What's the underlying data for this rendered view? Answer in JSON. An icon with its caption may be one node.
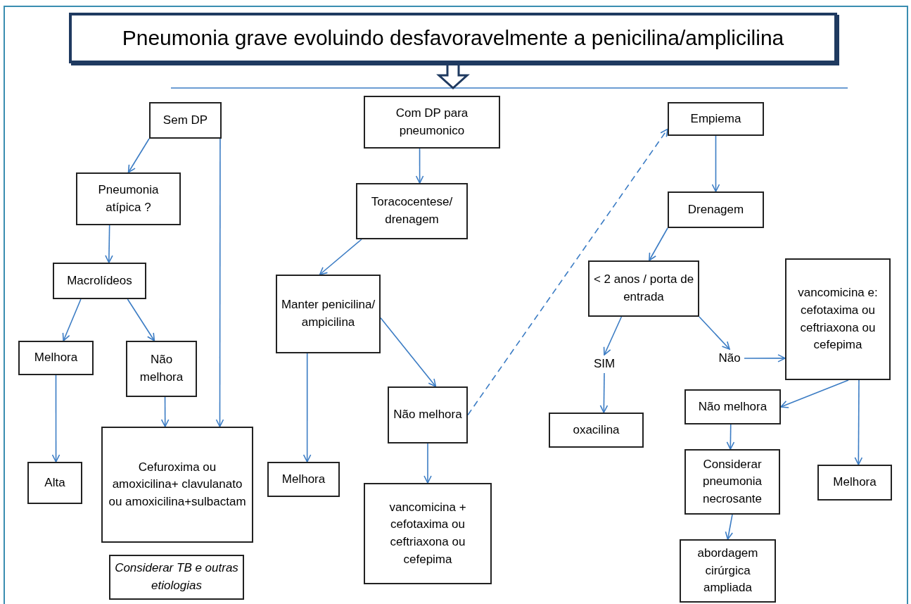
{
  "diagram": {
    "nodes": [
      {
        "text": [
          "Pneumonia grave evoluindo desfavoravelmente a penicilina/amplicilina"
        ]
      },
      {
        "text": [
          "Sem DP"
        ]
      },
      {
        "text": [
          "Com DP para pneumonico"
        ]
      },
      {
        "text": [
          "Empiema"
        ]
      },
      {
        "text": [
          "Pneumonia atípica ?"
        ]
      },
      {
        "text": [
          "Toracocentese/ drenagem"
        ]
      },
      {
        "text": [
          "Drenagem"
        ]
      },
      {
        "text": [
          "Macrolídeos"
        ]
      },
      {
        "text": [
          "Manter penicilina/ ampicilina"
        ]
      },
      {
        "text": [
          "< 2 anos / porta de entrada"
        ]
      },
      {
        "text": [
          "vancomicina e: cefotaxima ou ceftriaxona ou cefepima"
        ]
      },
      {
        "text": [
          "Melhora"
        ]
      },
      {
        "text": [
          "Não melhora"
        ]
      },
      {
        "text": [
          "SIM"
        ]
      },
      {
        "text": [
          "Não"
        ]
      },
      {
        "text": [
          "Não melhora"
        ]
      },
      {
        "text": [
          "Não melhora"
        ]
      },
      {
        "text": [
          "oxacilina"
        ]
      },
      {
        "text": [
          "Cefuroxima ou amoxicilina+ clavulanato ou amoxicilina+sulbactam"
        ]
      },
      {
        "text": [
          "Alta"
        ]
      },
      {
        "text": [
          "Melhora"
        ]
      },
      {
        "text": [
          "Melhora"
        ]
      },
      {
        "text": [
          "Considerar pneumonia necrosante"
        ]
      },
      {
        "text": [
          "vancomicina + cefotaxima ou ceftriaxona ou cefepima"
        ]
      },
      {
        "text": [
          "Considerar TB e outras etiologias"
        ]
      },
      {
        "text": [
          "abordagem cirúrgica ampliada"
        ]
      }
    ],
    "edges": [
      {
        "from": 0,
        "to": null,
        "arrow": "to",
        "style": "thick"
      },
      {
        "from": 1,
        "to": 4,
        "arrow": "to"
      },
      {
        "from": 1,
        "to": 18,
        "arrow": "to"
      },
      {
        "from": 2,
        "to": 5,
        "arrow": "to"
      },
      {
        "from": 4,
        "to": 7,
        "arrow": "to"
      },
      {
        "from": 7,
        "to": 11,
        "arrow": "to"
      },
      {
        "from": 7,
        "to": 12,
        "arrow": "to"
      },
      {
        "from": 12,
        "to": 18,
        "arrow": "to"
      },
      {
        "from": 11,
        "to": 19,
        "arrow": "to"
      },
      {
        "from": 5,
        "to": 8,
        "arrow": "to"
      },
      {
        "from": 8,
        "to": 20,
        "arrow": "to"
      },
      {
        "from": 8,
        "to": 15,
        "arrow": "to"
      },
      {
        "from": 15,
        "to": 23,
        "arrow": "to"
      },
      {
        "from": 15,
        "to": 3,
        "arrow": "to",
        "style": "dashed"
      },
      {
        "from": 3,
        "to": 6,
        "arrow": "to"
      },
      {
        "from": 6,
        "to": 9,
        "arrow": "to"
      },
      {
        "from": 9,
        "to": 13,
        "arrow": "to"
      },
      {
        "from": 9,
        "to": 14,
        "arrow": "to"
      },
      {
        "from": 13,
        "to": 17,
        "arrow": "to"
      },
      {
        "from": 14,
        "to": 10,
        "arrow": "to"
      },
      {
        "from": 10,
        "to": 16,
        "arrow": "to"
      },
      {
        "from": 10,
        "to": 21,
        "arrow": "to"
      },
      {
        "from": 16,
        "to": 22,
        "arrow": "to"
      },
      {
        "from": 22,
        "to": 25,
        "arrow": "to"
      }
    ]
  }
}
